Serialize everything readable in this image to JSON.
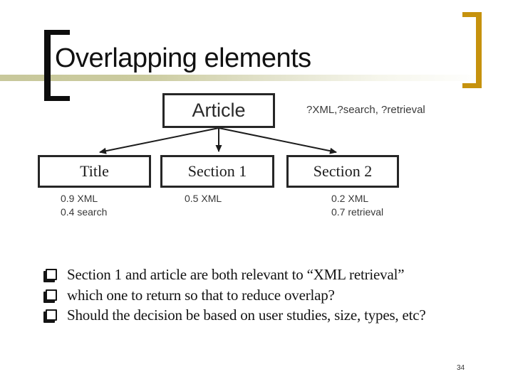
{
  "slide": {
    "title": "Overlapping elements",
    "page_number": "34"
  },
  "diagram": {
    "root_label": "Article",
    "query_annotation": "?XML,?search, ?retrieval",
    "nodes": [
      {
        "label": "Title",
        "score1": "0.9 XML",
        "score2": "0.4 search"
      },
      {
        "label": "Section 1",
        "score1": "0.5 XML",
        "score2": ""
      },
      {
        "label": "Section 2",
        "score1": "0.2 XML",
        "score2": "0.7 retrieval"
      }
    ]
  },
  "bullets": {
    "items": [
      "Section 1 and article are both relevant to “XML retrieval”",
      "which one to return so that to reduce overlap?",
      "Should the decision be based on user studies, size, types, etc?"
    ]
  },
  "colors": {
    "accent_gold": "#c6920e",
    "band_olive": "#c8c89b",
    "ink": "#1c1c1c"
  }
}
